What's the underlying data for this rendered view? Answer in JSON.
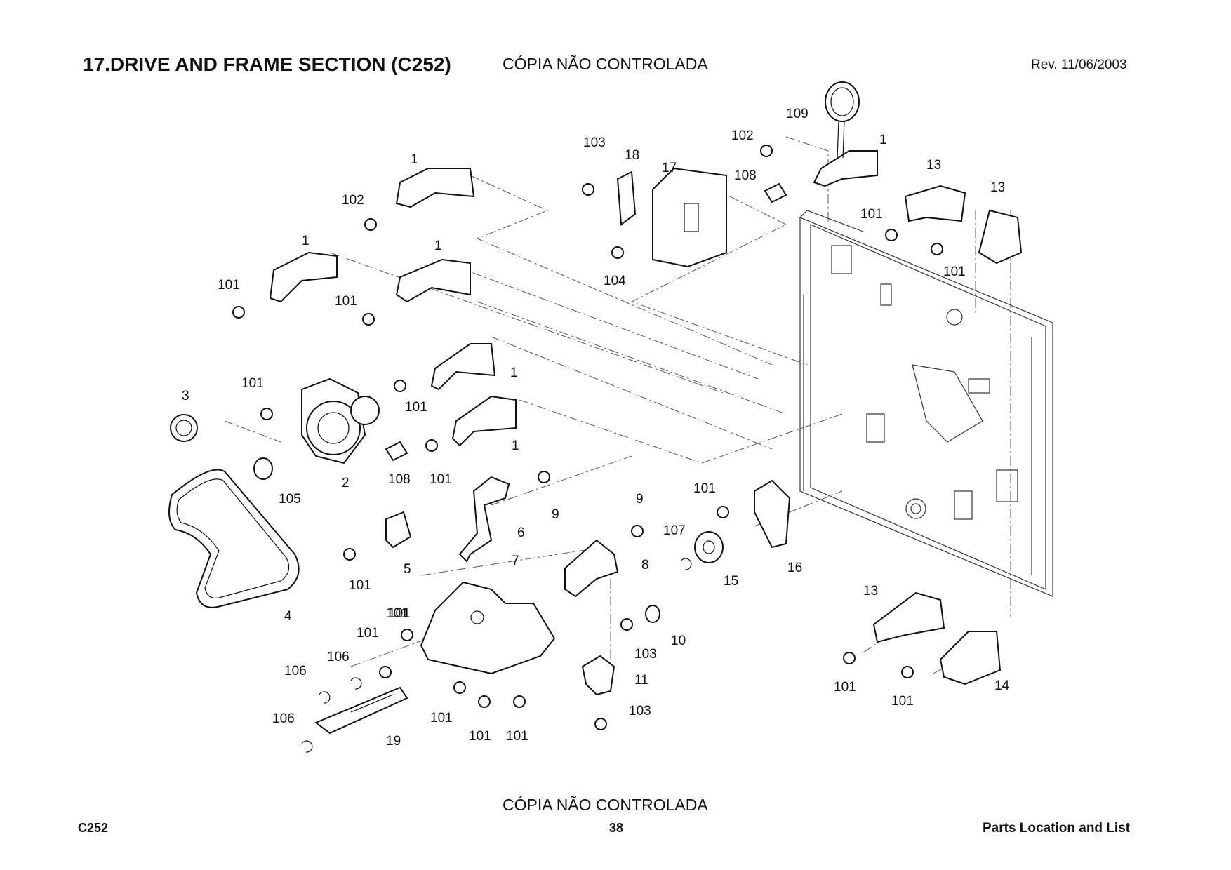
{
  "header": {
    "title": "17.DRIVE AND FRAME SECTION (C252)",
    "watermark": "CÓPIA NÃO CONTROLADA",
    "revision": "Rev. 11/06/2003"
  },
  "footer": {
    "watermark": "CÓPIA NÃO CONTROLADA",
    "model": "C252",
    "page": "38",
    "section": "Parts Location and List"
  },
  "callouts": [
    "109",
    "103",
    "18",
    "17",
    "102",
    "108",
    "1",
    "13",
    "13",
    "101",
    "101",
    "104",
    "1",
    "102",
    "1",
    "1",
    "101",
    "101",
    "1",
    "101",
    "3",
    "101",
    "101",
    "1",
    "108",
    "101",
    "2",
    "105",
    "9",
    "9",
    "101",
    "6",
    "107",
    "16",
    "5",
    "8",
    "101",
    "7",
    "15",
    "4",
    "13",
    "101",
    "101",
    "10",
    "103",
    "106",
    "106",
    "11",
    "101",
    "101",
    "14",
    "106",
    "103",
    "19",
    "101",
    "101",
    "101"
  ]
}
